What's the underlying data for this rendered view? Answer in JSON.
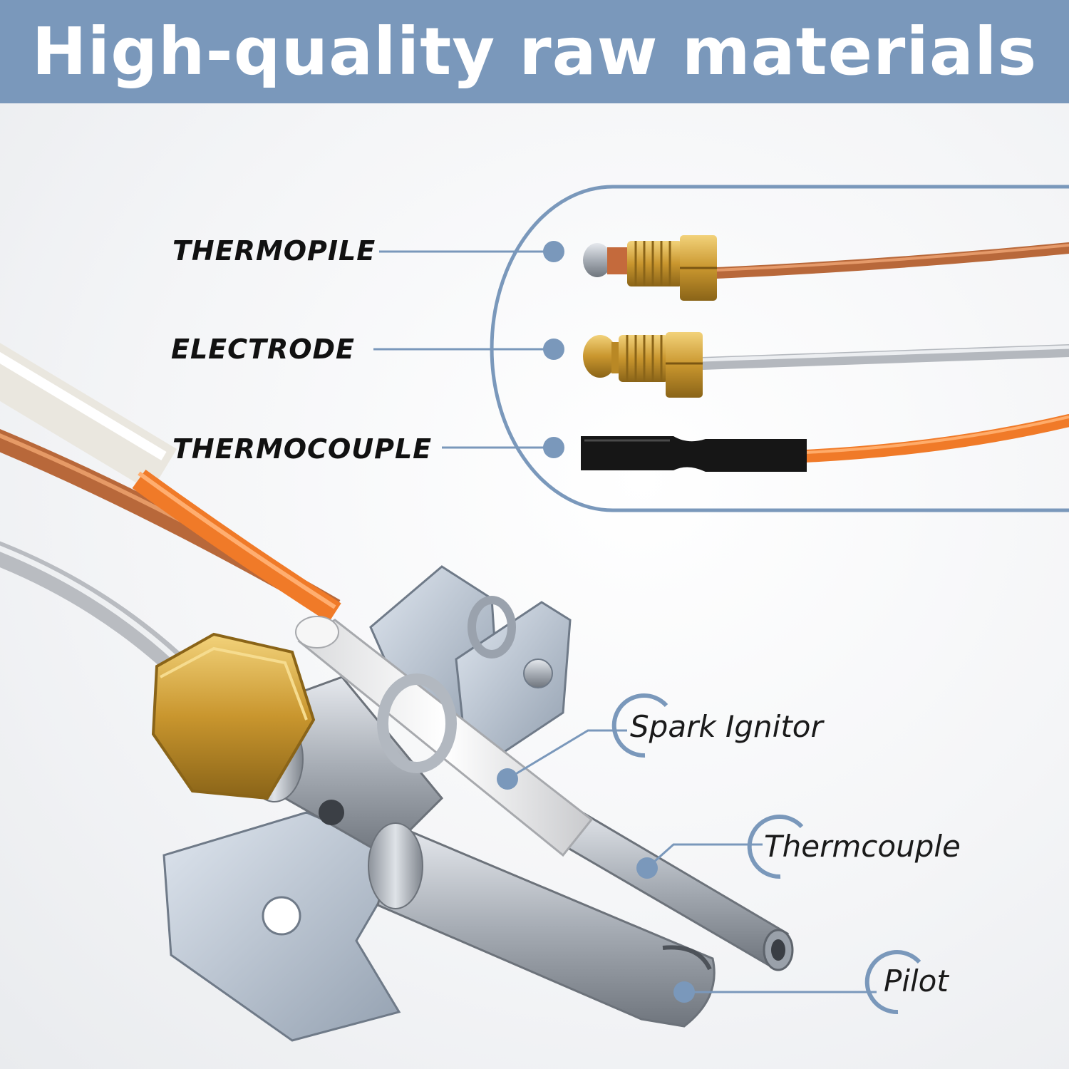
{
  "banner": {
    "title": "High-quality raw materials",
    "color": "#7a98bb"
  },
  "callouts_upper": [
    {
      "label": "THERMOPILE"
    },
    {
      "label": "ELECTRODE"
    },
    {
      "label": "THERMOCOUPLE"
    }
  ],
  "callouts_lower": [
    {
      "label": "Spark Ignitor"
    },
    {
      "label": "Thermcouple"
    },
    {
      "label": "Pilot"
    }
  ],
  "colors": {
    "accent": "#7a98bb",
    "copper": "#c8784a",
    "orange_wire": "#f07a28",
    "brass": "#d4a33a",
    "silver_wire": "#c9ccd0",
    "black_sleeve": "#1a1a1a"
  }
}
